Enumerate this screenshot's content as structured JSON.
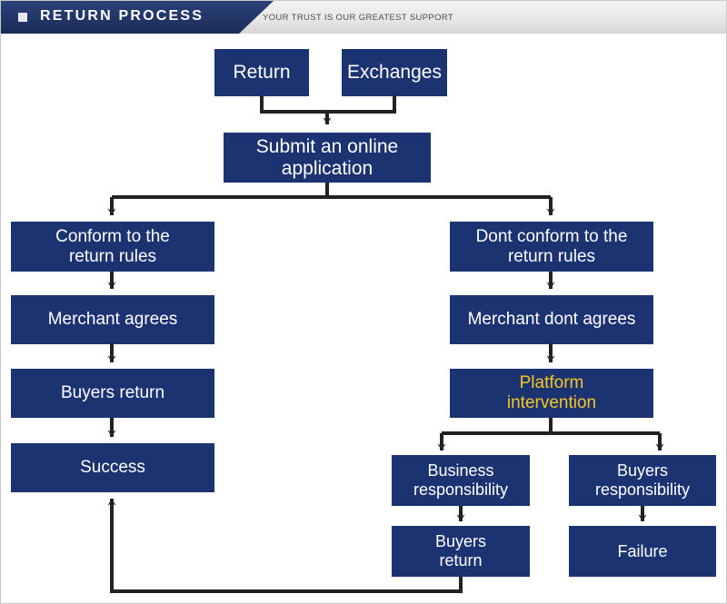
{
  "header": {
    "title": "RETURN PROCESS",
    "tagline": "YOUR TRUST IS OUR GREATEST SUPPORT",
    "bullet_icon": "square-bullet-icon",
    "bar_color": "#1c3372",
    "tagline_color": "#4c4c4c"
  },
  "theme": {
    "node_fill": "#1c3372",
    "node_text": "#ffffff",
    "highlight_text": "#f6c625",
    "connector_color": "#222222",
    "page_background": "#ffffff"
  },
  "chart_data": {
    "type": "diagram",
    "title": "RETURN PROCESS",
    "nodes": [
      {
        "id": "return",
        "label": "Return",
        "highlight": false
      },
      {
        "id": "exchanges",
        "label": "Exchanges",
        "highlight": false
      },
      {
        "id": "submit",
        "label": "Submit an online application",
        "highlight": false
      },
      {
        "id": "conform",
        "label": "Conform to the return rules",
        "highlight": false
      },
      {
        "id": "not-conform",
        "label": "Dont conform to the return rules",
        "highlight": false
      },
      {
        "id": "merchant-agrees",
        "label": "Merchant agrees",
        "highlight": false
      },
      {
        "id": "merchant-dont",
        "label": "Merchant dont agrees",
        "highlight": false
      },
      {
        "id": "buyers-return-l",
        "label": "Buyers return",
        "highlight": false
      },
      {
        "id": "platform",
        "label": "Platform intervention",
        "highlight": true
      },
      {
        "id": "success",
        "label": "Success",
        "highlight": false
      },
      {
        "id": "business-resp",
        "label": "Business responsibility",
        "highlight": false
      },
      {
        "id": "buyers-resp",
        "label": "Buyers responsibility",
        "highlight": false
      },
      {
        "id": "buyers-return-r",
        "label": "Buyers return",
        "highlight": false
      },
      {
        "id": "failure",
        "label": "Failure",
        "highlight": false
      }
    ],
    "edges": [
      {
        "from": "return",
        "to": "submit"
      },
      {
        "from": "exchanges",
        "to": "submit"
      },
      {
        "from": "submit",
        "to": "conform"
      },
      {
        "from": "submit",
        "to": "not-conform"
      },
      {
        "from": "conform",
        "to": "merchant-agrees"
      },
      {
        "from": "merchant-agrees",
        "to": "buyers-return-l"
      },
      {
        "from": "buyers-return-l",
        "to": "success"
      },
      {
        "from": "not-conform",
        "to": "merchant-dont"
      },
      {
        "from": "merchant-dont",
        "to": "platform"
      },
      {
        "from": "platform",
        "to": "business-resp"
      },
      {
        "from": "platform",
        "to": "buyers-resp"
      },
      {
        "from": "business-resp",
        "to": "buyers-return-r"
      },
      {
        "from": "buyers-resp",
        "to": "failure"
      },
      {
        "from": "buyers-return-r",
        "to": "success"
      }
    ]
  },
  "nodes": {
    "return": "Return",
    "exchanges": "Exchanges",
    "submit_line1": "Submit an online",
    "submit_line2": "application",
    "conform_line1": "Conform to the",
    "conform_line2": "return rules",
    "not_conform_line1": "Dont conform to the",
    "not_conform_line2": "return rules",
    "merchant_agrees": "Merchant agrees",
    "merchant_dont_agrees": "Merchant dont agrees",
    "buyers_return_left": "Buyers return",
    "platform_line1": "Platform",
    "platform_line2": "intervention",
    "success": "Success",
    "business_resp_line1": "Business",
    "business_resp_line2": "responsibility",
    "buyers_resp_line1": "Buyers",
    "buyers_resp_line2": "responsibility",
    "buyers_return_right_line1": "Buyers",
    "buyers_return_right_line2": "return",
    "failure": "Failure"
  }
}
